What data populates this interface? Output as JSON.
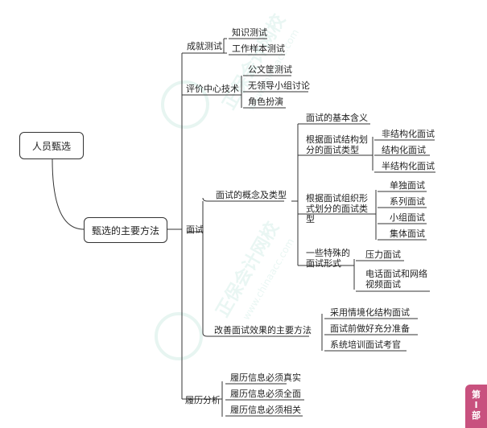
{
  "root": "人员甄选",
  "level1": "甄选的主要方法",
  "branches": {
    "chengjiu": {
      "label": "成就测试",
      "children": [
        "知识测试",
        "工作样本测试"
      ]
    },
    "pingjia": {
      "label": "评价中心技术",
      "children": [
        "公文筐测试",
        "无领导小组讨论",
        "角色扮演"
      ]
    },
    "mianshi": {
      "label": "面试",
      "gainian": {
        "label": "面试的概念及类型",
        "jiben": "面试的基本含义",
        "jiegou": {
          "label": "根据面试结构划分的面试类型",
          "children": [
            "非结构化面试",
            "结构化面试",
            "半结构化面试"
          ]
        },
        "zuzhi": {
          "label": "根据面试组织形式划分的面试类型",
          "children": [
            "单独面试",
            "系列面试",
            "小组面试",
            "集体面试"
          ]
        },
        "teshu": {
          "label": "一些特殊的面试形式",
          "children": [
            "压力面试",
            "电话面试和网络视频面试"
          ]
        }
      },
      "gaishan": {
        "label": "改善面试效果的主要方法",
        "children": [
          "采用情境化结构面试",
          "面试前做好充分准备",
          "系统培训面试考官"
        ]
      }
    },
    "lvli": {
      "label": "履历分析",
      "children": [
        "履历信息必须真实",
        "履历信息必须全面",
        "履历信息必须相关"
      ]
    }
  },
  "watermark": {
    "text": "正保会计网校",
    "sub": "www.chinaacc.com"
  },
  "page_tab": {
    "line1": "第",
    "line2": "I",
    "line3": "部"
  },
  "colors": {
    "tab": "#c8517e",
    "line": "#333333"
  }
}
